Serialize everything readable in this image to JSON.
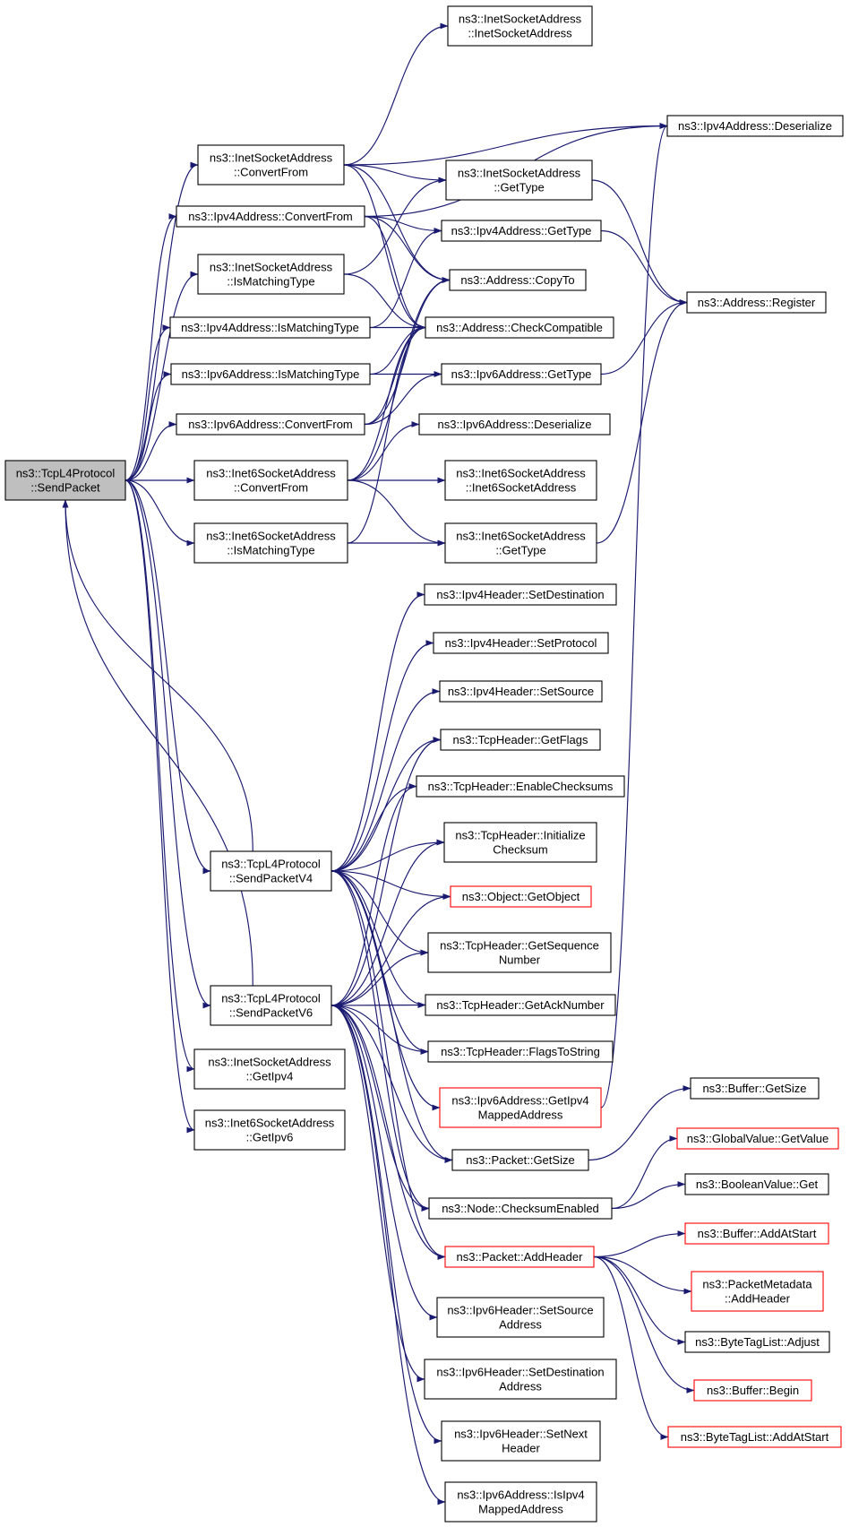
{
  "diagram": {
    "type": "call-graph",
    "edge_color": "#191970",
    "nodes": [
      {
        "id": "sendpacket",
        "label": [
          "ns3::TcpL4Protocol",
          "::SendPacket"
        ],
        "style": "root"
      },
      {
        "id": "isa_ctor",
        "label": [
          "ns3::InetSocketAddress",
          "::InetSocketAddress"
        ]
      },
      {
        "id": "v4_deser",
        "label": [
          "ns3::Ipv4Address::Deserialize"
        ]
      },
      {
        "id": "isa_conv",
        "label": [
          "ns3::InetSocketAddress",
          "::ConvertFrom"
        ]
      },
      {
        "id": "isa_gettype",
        "label": [
          "ns3::InetSocketAddress",
          "::GetType"
        ]
      },
      {
        "id": "v4_conv",
        "label": [
          "ns3::Ipv4Address::ConvertFrom"
        ]
      },
      {
        "id": "v4_gettype",
        "label": [
          "ns3::Ipv4Address::GetType"
        ]
      },
      {
        "id": "isa_ismatch",
        "label": [
          "ns3::InetSocketAddress",
          "::IsMatchingType"
        ]
      },
      {
        "id": "addr_copyto",
        "label": [
          "ns3::Address::CopyTo"
        ]
      },
      {
        "id": "addr_register",
        "label": [
          "ns3::Address::Register"
        ]
      },
      {
        "id": "v4_ismatch",
        "label": [
          "ns3::Ipv4Address::IsMatchingType"
        ]
      },
      {
        "id": "addr_checkcompat",
        "label": [
          "ns3::Address::CheckCompatible"
        ]
      },
      {
        "id": "v6_ismatch",
        "label": [
          "ns3::Ipv6Address::IsMatchingType"
        ]
      },
      {
        "id": "v6_gettype",
        "label": [
          "ns3::Ipv6Address::GetType"
        ]
      },
      {
        "id": "v6_conv",
        "label": [
          "ns3::Ipv6Address::ConvertFrom"
        ]
      },
      {
        "id": "v6_deser",
        "label": [
          "ns3::Ipv6Address::Deserialize"
        ]
      },
      {
        "id": "i6sa_conv",
        "label": [
          "ns3::Inet6SocketAddress",
          "::ConvertFrom"
        ]
      },
      {
        "id": "i6sa_ctor",
        "label": [
          "ns3::Inet6SocketAddress",
          "::Inet6SocketAddress"
        ]
      },
      {
        "id": "i6sa_ismatch",
        "label": [
          "ns3::Inet6SocketAddress",
          "::IsMatchingType"
        ]
      },
      {
        "id": "i6sa_gettype",
        "label": [
          "ns3::Inet6SocketAddress",
          "::GetType"
        ]
      },
      {
        "id": "v4h_setdest",
        "label": [
          "ns3::Ipv4Header::SetDestination"
        ]
      },
      {
        "id": "v4h_setproto",
        "label": [
          "ns3::Ipv4Header::SetProtocol"
        ]
      },
      {
        "id": "v4h_setsrc",
        "label": [
          "ns3::Ipv4Header::SetSource"
        ]
      },
      {
        "id": "tcph_getflags",
        "label": [
          "ns3::TcpHeader::GetFlags"
        ]
      },
      {
        "id": "tcph_enablecs",
        "label": [
          "ns3::TcpHeader::EnableChecksums"
        ]
      },
      {
        "id": "tcph_initcs",
        "label": [
          "ns3::TcpHeader::Initialize",
          "Checksum"
        ]
      },
      {
        "id": "sendv4",
        "label": [
          "ns3::TcpL4Protocol",
          "::SendPacketV4"
        ]
      },
      {
        "id": "obj_getobject",
        "label": [
          "ns3::Object::GetObject"
        ],
        "style": "red"
      },
      {
        "id": "tcph_getseq",
        "label": [
          "ns3::TcpHeader::GetSequence",
          "Number"
        ]
      },
      {
        "id": "sendv6",
        "label": [
          "ns3::TcpL4Protocol",
          "::SendPacketV6"
        ]
      },
      {
        "id": "tcph_getack",
        "label": [
          "ns3::TcpHeader::GetAckNumber"
        ]
      },
      {
        "id": "tcph_flagstostr",
        "label": [
          "ns3::TcpHeader::FlagsToString"
        ]
      },
      {
        "id": "isa_getipv4",
        "label": [
          "ns3::InetSocketAddress",
          "::GetIpv4"
        ]
      },
      {
        "id": "v6_getipv4mapped",
        "label": [
          "ns3::Ipv6Address::GetIpv4",
          "MappedAddress"
        ],
        "style": "red"
      },
      {
        "id": "buf_getsize",
        "label": [
          "ns3::Buffer::GetSize"
        ]
      },
      {
        "id": "i6sa_getipv6",
        "label": [
          "ns3::Inet6SocketAddress",
          "::GetIpv6"
        ]
      },
      {
        "id": "gv_getvalue",
        "label": [
          "ns3::GlobalValue::GetValue"
        ],
        "style": "red"
      },
      {
        "id": "pkt_getsize",
        "label": [
          "ns3::Packet::GetSize"
        ]
      },
      {
        "id": "bool_get",
        "label": [
          "ns3::BooleanValue::Get"
        ]
      },
      {
        "id": "node_csenabled",
        "label": [
          "ns3::Node::ChecksumEnabled"
        ]
      },
      {
        "id": "buf_addatstart",
        "label": [
          "ns3::Buffer::AddAtStart"
        ],
        "style": "red"
      },
      {
        "id": "pkt_addheader",
        "label": [
          "ns3::Packet::AddHeader"
        ],
        "style": "red"
      },
      {
        "id": "pm_addheader",
        "label": [
          "ns3::PacketMetadata",
          "::AddHeader"
        ],
        "style": "red"
      },
      {
        "id": "v6h_setsrc",
        "label": [
          "ns3::Ipv6Header::SetSource",
          "Address"
        ]
      },
      {
        "id": "btl_adjust",
        "label": [
          "ns3::ByteTagList::Adjust"
        ]
      },
      {
        "id": "v6h_setdest",
        "label": [
          "ns3::Ipv6Header::SetDestination",
          "Address"
        ]
      },
      {
        "id": "buf_begin",
        "label": [
          "ns3::Buffer::Begin"
        ],
        "style": "red"
      },
      {
        "id": "btl_addatstart",
        "label": [
          "ns3::ByteTagList::AddAtStart"
        ],
        "style": "red"
      },
      {
        "id": "v6h_setnext",
        "label": [
          "ns3::Ipv6Header::SetNext",
          "Header"
        ]
      },
      {
        "id": "v6_isipv4mapped",
        "label": [
          "ns3::Ipv6Address::IsIpv4",
          "MappedAddress"
        ]
      }
    ],
    "edges": [
      [
        "sendpacket",
        "isa_conv"
      ],
      [
        "sendpacket",
        "v4_conv"
      ],
      [
        "sendpacket",
        "isa_ismatch"
      ],
      [
        "sendpacket",
        "v4_ismatch"
      ],
      [
        "sendpacket",
        "v6_ismatch"
      ],
      [
        "sendpacket",
        "v6_conv"
      ],
      [
        "sendpacket",
        "i6sa_conv"
      ],
      [
        "sendpacket",
        "i6sa_ismatch"
      ],
      [
        "sendpacket",
        "sendv4"
      ],
      [
        "sendpacket",
        "sendv6"
      ],
      [
        "sendpacket",
        "isa_getipv4"
      ],
      [
        "sendpacket",
        "i6sa_getipv6"
      ],
      [
        "isa_conv",
        "isa_ctor"
      ],
      [
        "isa_conv",
        "v4_deser"
      ],
      [
        "isa_conv",
        "isa_gettype"
      ],
      [
        "isa_conv",
        "addr_copyto"
      ],
      [
        "isa_conv",
        "addr_checkcompat"
      ],
      [
        "v4_conv",
        "v4_gettype"
      ],
      [
        "v4_conv",
        "addr_copyto"
      ],
      [
        "v4_conv",
        "addr_checkcompat"
      ],
      [
        "isa_ismatch",
        "isa_gettype"
      ],
      [
        "isa_ismatch",
        "addr_checkcompat"
      ],
      [
        "v4_ismatch",
        "v4_gettype"
      ],
      [
        "v4_ismatch",
        "addr_checkcompat"
      ],
      [
        "v6_ismatch",
        "v6_gettype"
      ],
      [
        "v6_ismatch",
        "addr_checkcompat"
      ],
      [
        "v6_conv",
        "v6_gettype"
      ],
      [
        "v6_conv",
        "addr_copyto"
      ],
      [
        "v6_conv",
        "addr_checkcompat"
      ],
      [
        "i6sa_conv",
        "v6_deser"
      ],
      [
        "i6sa_conv",
        "i6sa_ctor"
      ],
      [
        "i6sa_conv",
        "i6sa_gettype"
      ],
      [
        "i6sa_conv",
        "addr_copyto"
      ],
      [
        "i6sa_conv",
        "addr_checkcompat"
      ],
      [
        "i6sa_ismatch",
        "i6sa_gettype"
      ],
      [
        "i6sa_ismatch",
        "addr_checkcompat"
      ],
      [
        "isa_gettype",
        "addr_register"
      ],
      [
        "v4_gettype",
        "addr_register"
      ],
      [
        "v6_gettype",
        "addr_register"
      ],
      [
        "i6sa_gettype",
        "addr_register"
      ],
      [
        "v4_conv",
        "v4_deser"
      ],
      [
        "sendv4",
        "v4h_setdest"
      ],
      [
        "sendv4",
        "v4h_setproto"
      ],
      [
        "sendv4",
        "v4h_setsrc"
      ],
      [
        "sendv4",
        "tcph_getflags"
      ],
      [
        "sendv4",
        "tcph_enablecs"
      ],
      [
        "sendv4",
        "tcph_initcs"
      ],
      [
        "sendv4",
        "obj_getobject"
      ],
      [
        "sendv4",
        "tcph_getseq"
      ],
      [
        "sendv4",
        "tcph_getack"
      ],
      [
        "sendv4",
        "tcph_flagstostr"
      ],
      [
        "sendv4",
        "v6_getipv4mapped"
      ],
      [
        "sendv4",
        "pkt_getsize"
      ],
      [
        "sendv4",
        "node_csenabled"
      ],
      [
        "sendv4",
        "pkt_addheader"
      ],
      [
        "sendv4",
        "sendpacket"
      ],
      [
        "sendv6",
        "tcph_getflags"
      ],
      [
        "sendv6",
        "tcph_enablecs"
      ],
      [
        "sendv6",
        "tcph_initcs"
      ],
      [
        "sendv6",
        "obj_getobject"
      ],
      [
        "sendv6",
        "tcph_getseq"
      ],
      [
        "sendv6",
        "tcph_getack"
      ],
      [
        "sendv6",
        "tcph_flagstostr"
      ],
      [
        "sendv6",
        "pkt_getsize"
      ],
      [
        "sendv6",
        "node_csenabled"
      ],
      [
        "sendv6",
        "pkt_addheader"
      ],
      [
        "sendv6",
        "v6h_setsrc"
      ],
      [
        "sendv6",
        "v6h_setdest"
      ],
      [
        "sendv6",
        "v6h_setnext"
      ],
      [
        "sendv6",
        "v6_isipv4mapped"
      ],
      [
        "sendv6",
        "sendpacket"
      ],
      [
        "v6_getipv4mapped",
        "v4_deser"
      ],
      [
        "pkt_getsize",
        "buf_getsize"
      ],
      [
        "node_csenabled",
        "gv_getvalue"
      ],
      [
        "node_csenabled",
        "bool_get"
      ],
      [
        "pkt_addheader",
        "buf_addatstart"
      ],
      [
        "pkt_addheader",
        "pm_addheader"
      ],
      [
        "pkt_addheader",
        "btl_adjust"
      ],
      [
        "pkt_addheader",
        "buf_begin"
      ],
      [
        "pkt_addheader",
        "btl_addatstart"
      ]
    ]
  }
}
